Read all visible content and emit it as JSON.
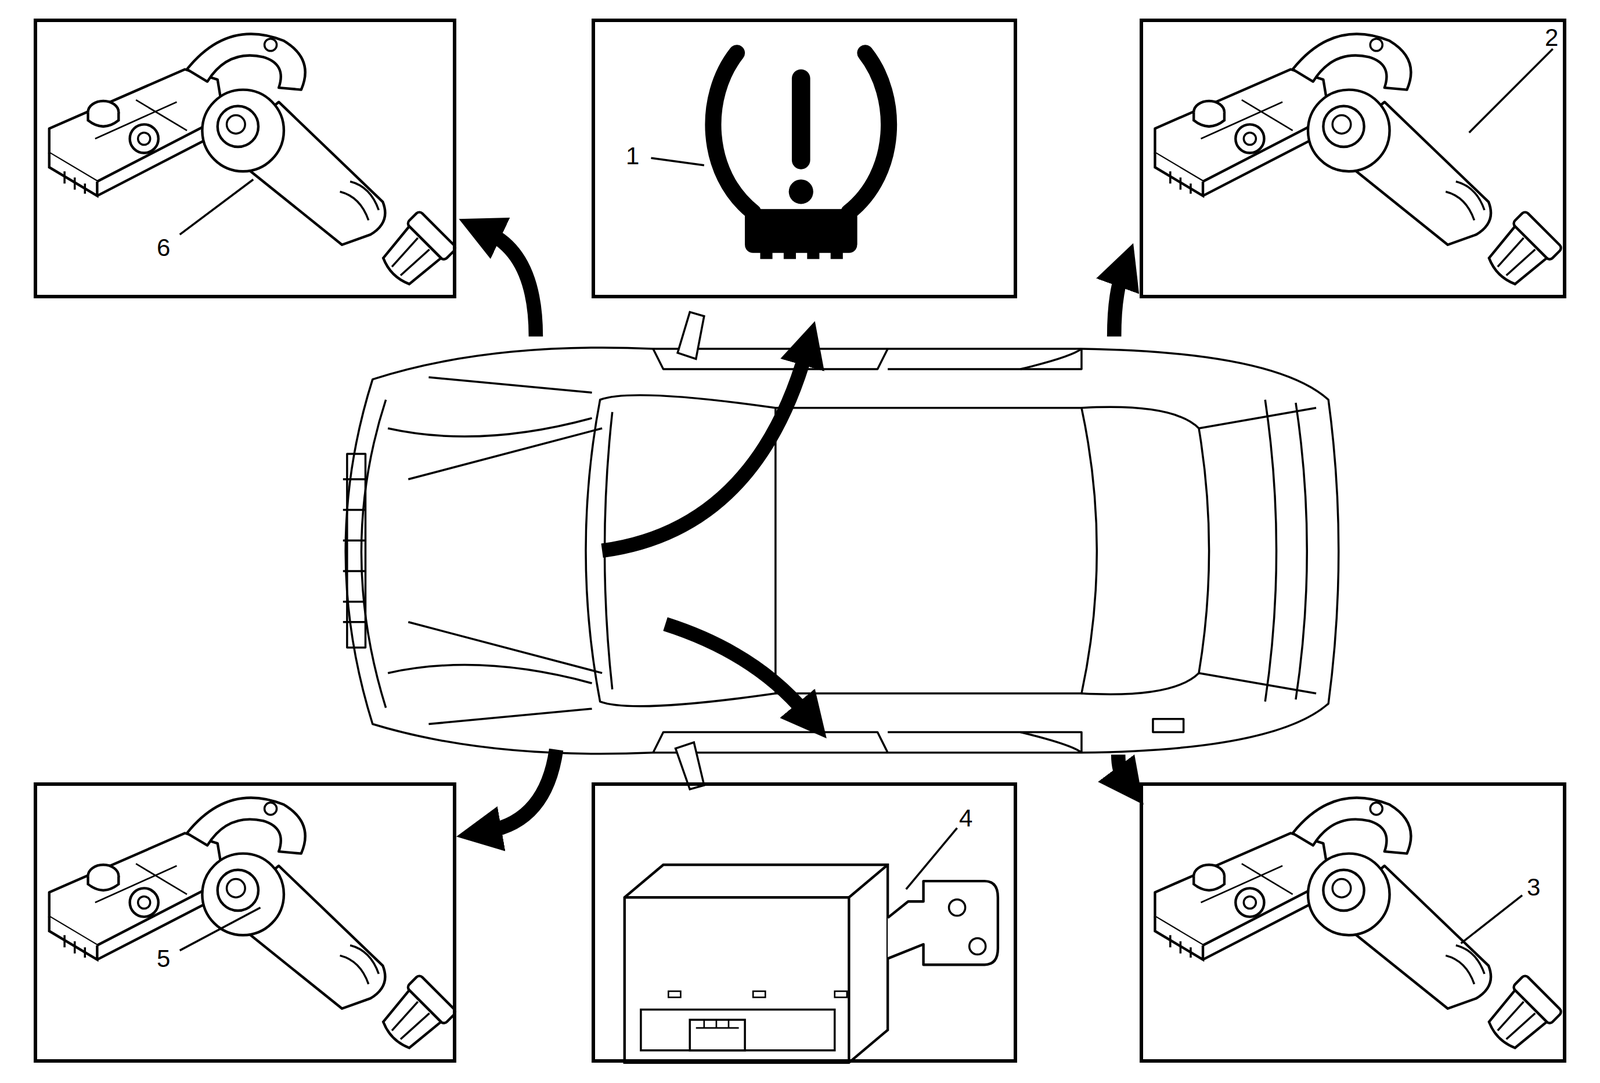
{
  "diagram": {
    "nodes": [
      {
        "text": [
          "6"
        ]
      },
      {
        "text": [
          "1"
        ]
      },
      {
        "text": [
          "2"
        ]
      },
      {
        "text": [
          "5"
        ]
      },
      {
        "text": [
          "4"
        ]
      },
      {
        "text": [
          "3"
        ]
      }
    ]
  }
}
